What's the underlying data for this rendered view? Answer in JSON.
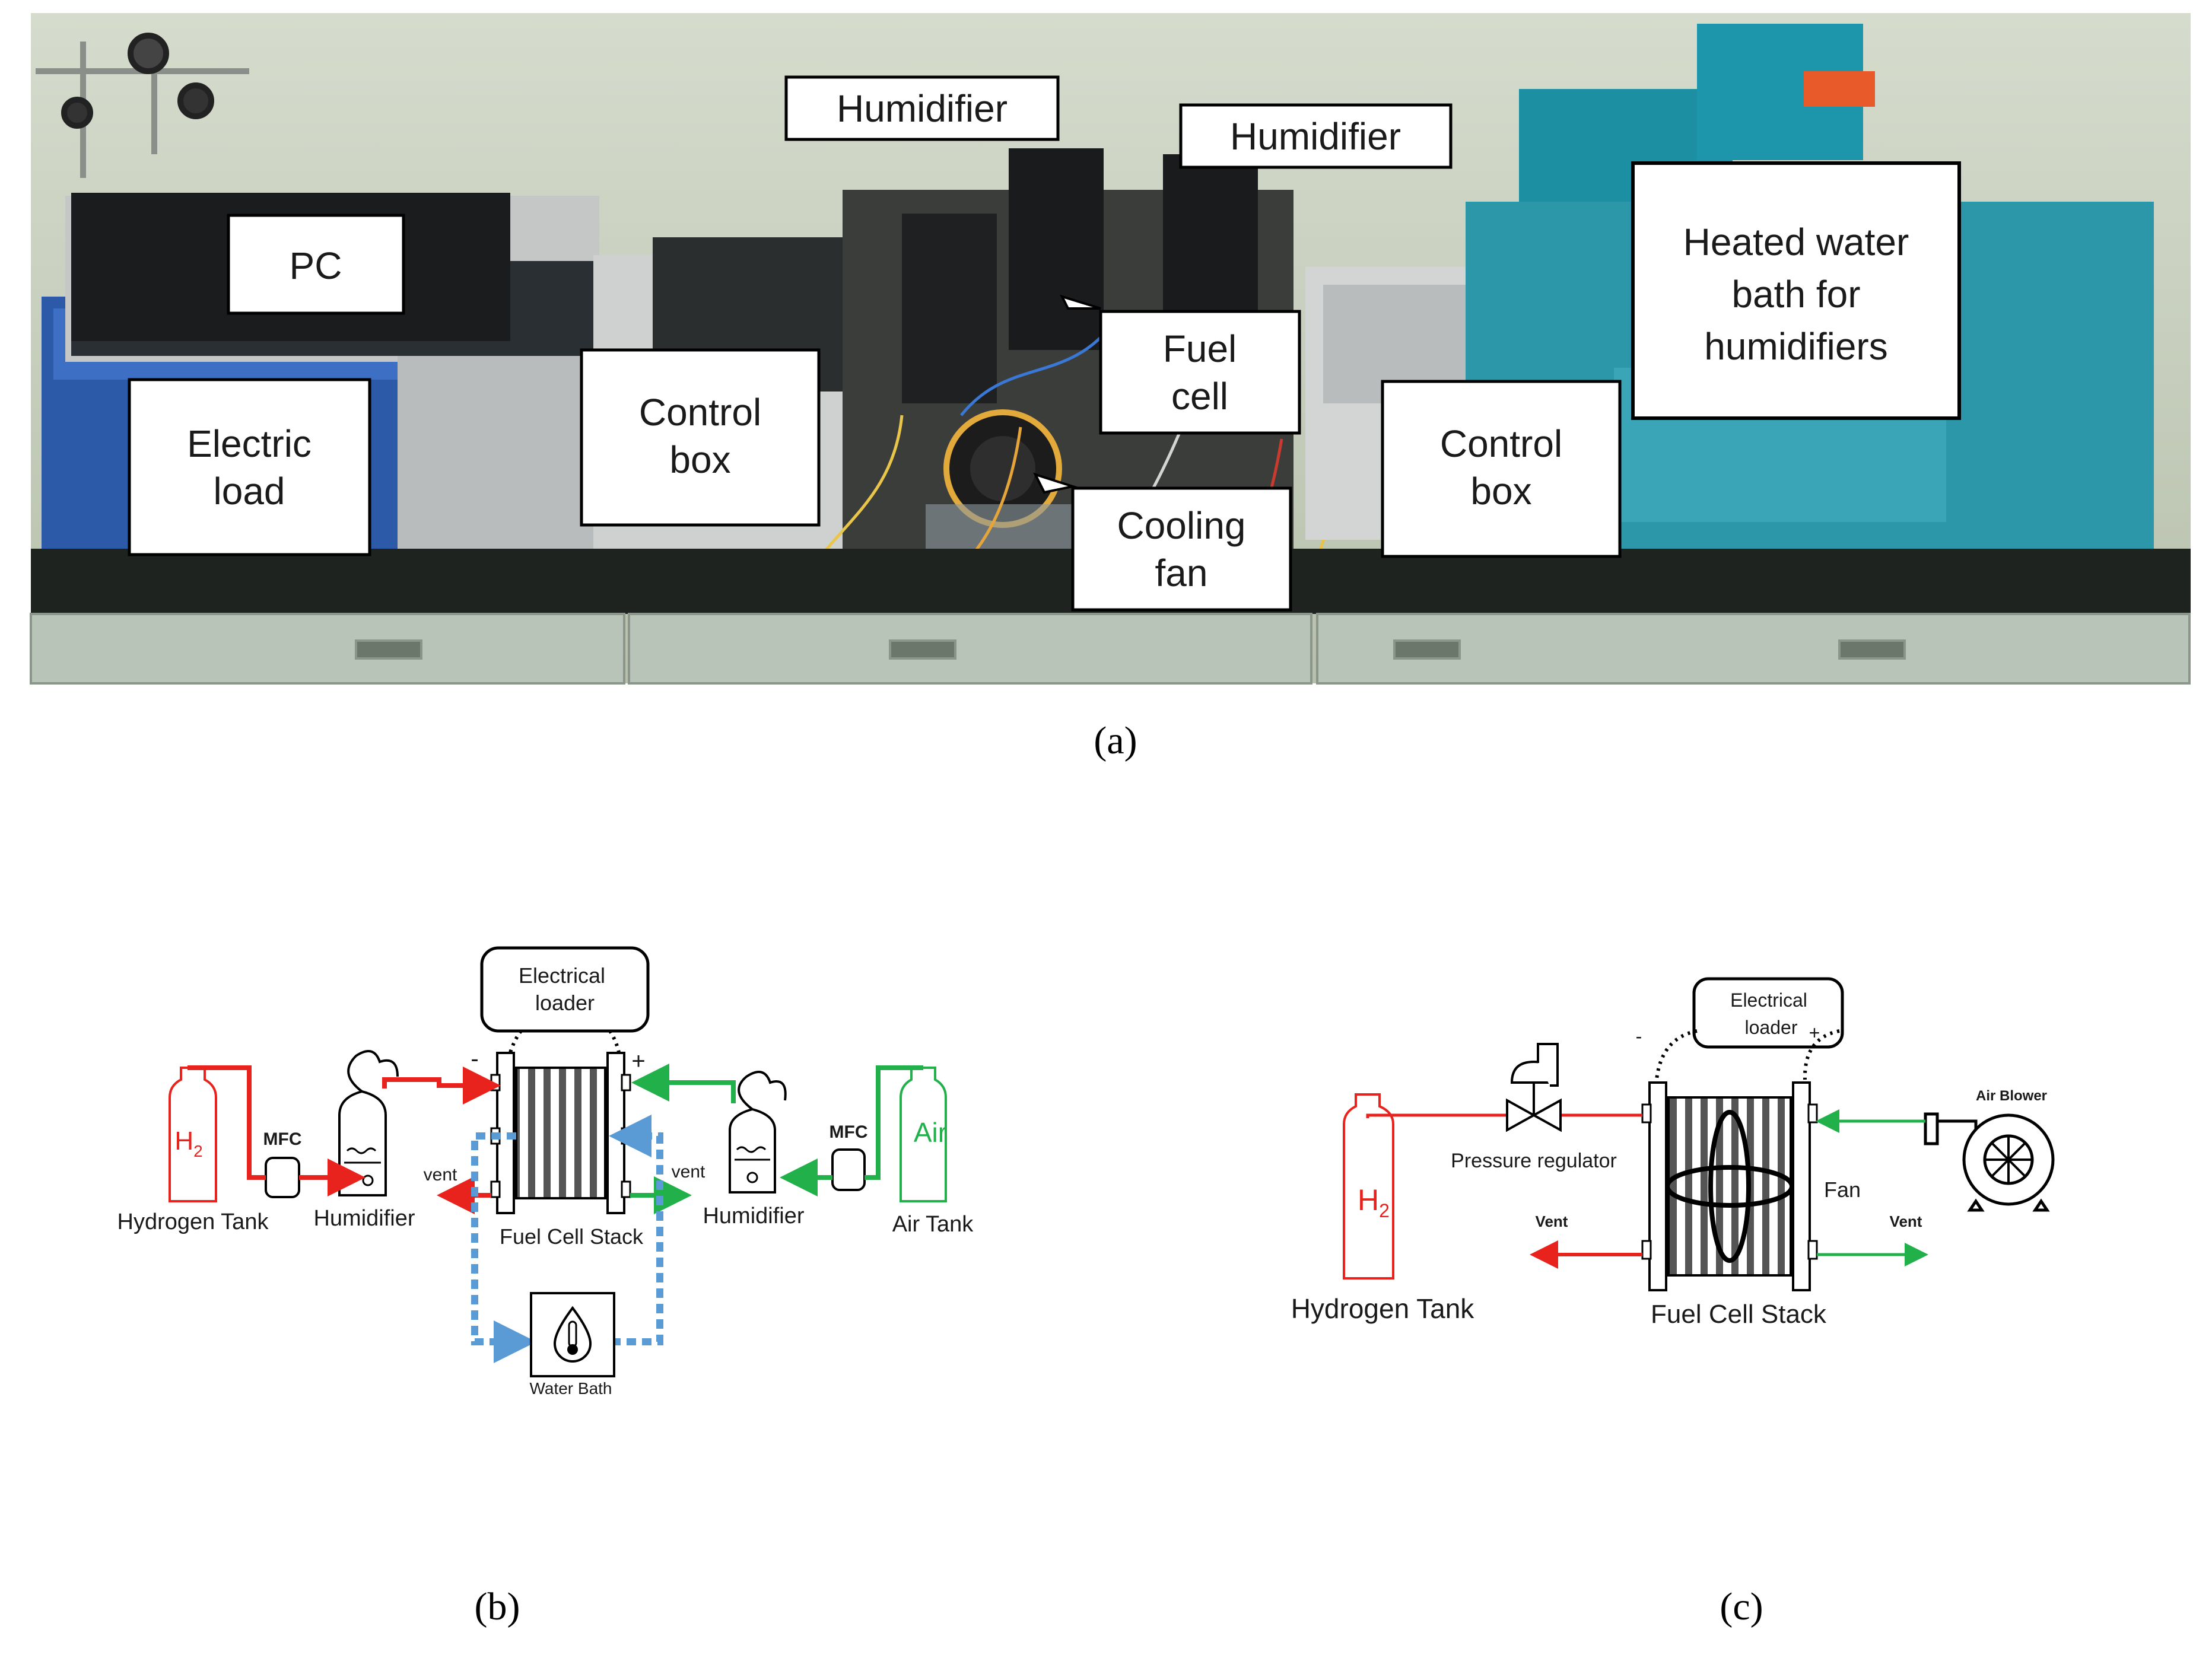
{
  "panel_a": {
    "labels": {
      "pc": "PC",
      "electric_load_1": "Electric",
      "electric_load_2": "load",
      "control_box_left_1": "Control",
      "control_box_left_2": "box",
      "humidifier_left": "Humidifier",
      "humidifier_right": "Humidifier",
      "fuel_cell_1": "Fuel",
      "fuel_cell_2": "cell",
      "cooling_fan_1": "Cooling",
      "cooling_fan_2": "fan",
      "control_box_right_1": "Control",
      "control_box_right_2": "box",
      "water_bath_1": "Heated water",
      "water_bath_2": "bath for",
      "water_bath_3": "humidifiers"
    },
    "caption": "(a)"
  },
  "panel_b": {
    "electrical_loader_1": "Electrical",
    "electrical_loader_2": "loader",
    "minus": "-",
    "plus": "+",
    "h2": "H",
    "h2_sub": "2",
    "mfc_left": "MFC",
    "mfc_right": "MFC",
    "air": "Air",
    "hydrogen_tank": "Hydrogen Tank",
    "humidifier_left": "Humidifier",
    "humidifier_right": "Humidifier",
    "air_tank": "Air Tank",
    "vent_left": "vent",
    "vent_right": "vent",
    "fuel_cell_stack": "Fuel Cell Stack",
    "water_bath": "Water Bath",
    "caption": "(b)"
  },
  "panel_c": {
    "electrical_loader_1": "Electrical",
    "electrical_loader_2": "loader",
    "minus": "-",
    "plus": "+",
    "h2": "H",
    "h2_sub": "2",
    "pressure_regulator": "Pressure regulator",
    "air_blower": "Air Blower",
    "fan": "Fan",
    "vent_left": "Vent",
    "vent_right": "Vent",
    "hydrogen_tank": "Hydrogen Tank",
    "fuel_cell_stack": "Fuel Cell Stack",
    "caption": "(c)"
  },
  "colors": {
    "hydrogen": "#e8231e",
    "air": "#22b04b",
    "coolant": "#5b9bd5",
    "lab_wall": "#c9d2bf",
    "bench": "#1e2320",
    "cabinet": "#b9c4b8"
  }
}
